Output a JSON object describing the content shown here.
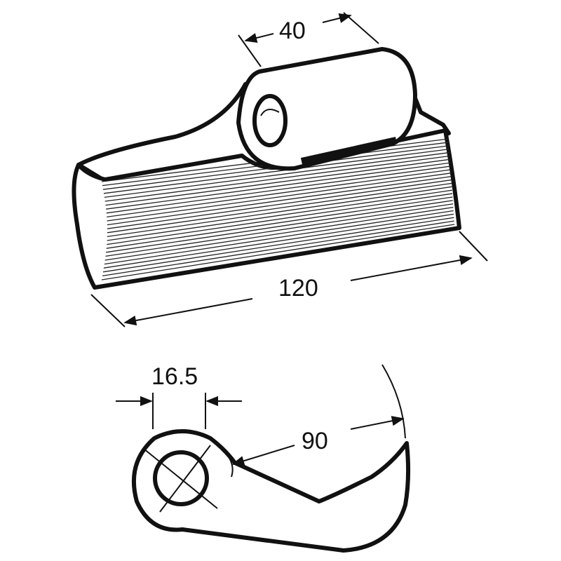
{
  "drawing": {
    "dimensions": {
      "boss_width": "40",
      "blade_length": "120",
      "bore_diameter": "16.5",
      "swing_angle_radius": "90"
    },
    "colors": {
      "line": "#111111",
      "background": "#ffffff"
    }
  }
}
